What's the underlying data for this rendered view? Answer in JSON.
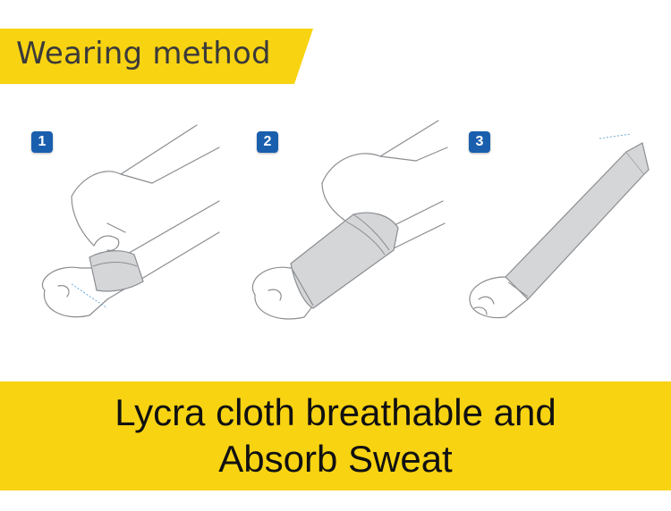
{
  "header": {
    "title": "Wearing method"
  },
  "steps": [
    {
      "number": "1"
    },
    {
      "number": "2"
    },
    {
      "number": "3"
    }
  ],
  "caption": {
    "line1": "Lycra cloth  breathable and",
    "line2": "Absorb Sweat"
  },
  "colors": {
    "banner": "#f8d312",
    "badge": "#1a5fae",
    "sleeve": "#d5d6d8",
    "outline": "#8a8d90"
  }
}
